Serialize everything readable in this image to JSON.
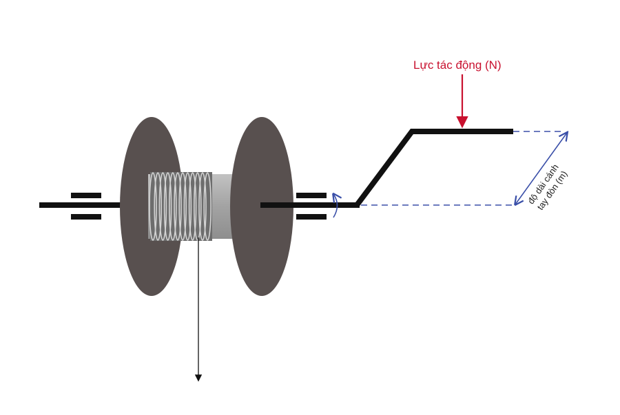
{
  "labels": {
    "force": "Lực tác động (N)",
    "arm_line1": "độ dài cánh",
    "arm_line2": "tay đòn (m)"
  },
  "colors": {
    "force": "#c8102e",
    "arm": "#3a4fa8",
    "disc": "#58504f",
    "drum": "#a6a6a6",
    "shaft": "#111111",
    "coil": "#d4d4d4"
  }
}
